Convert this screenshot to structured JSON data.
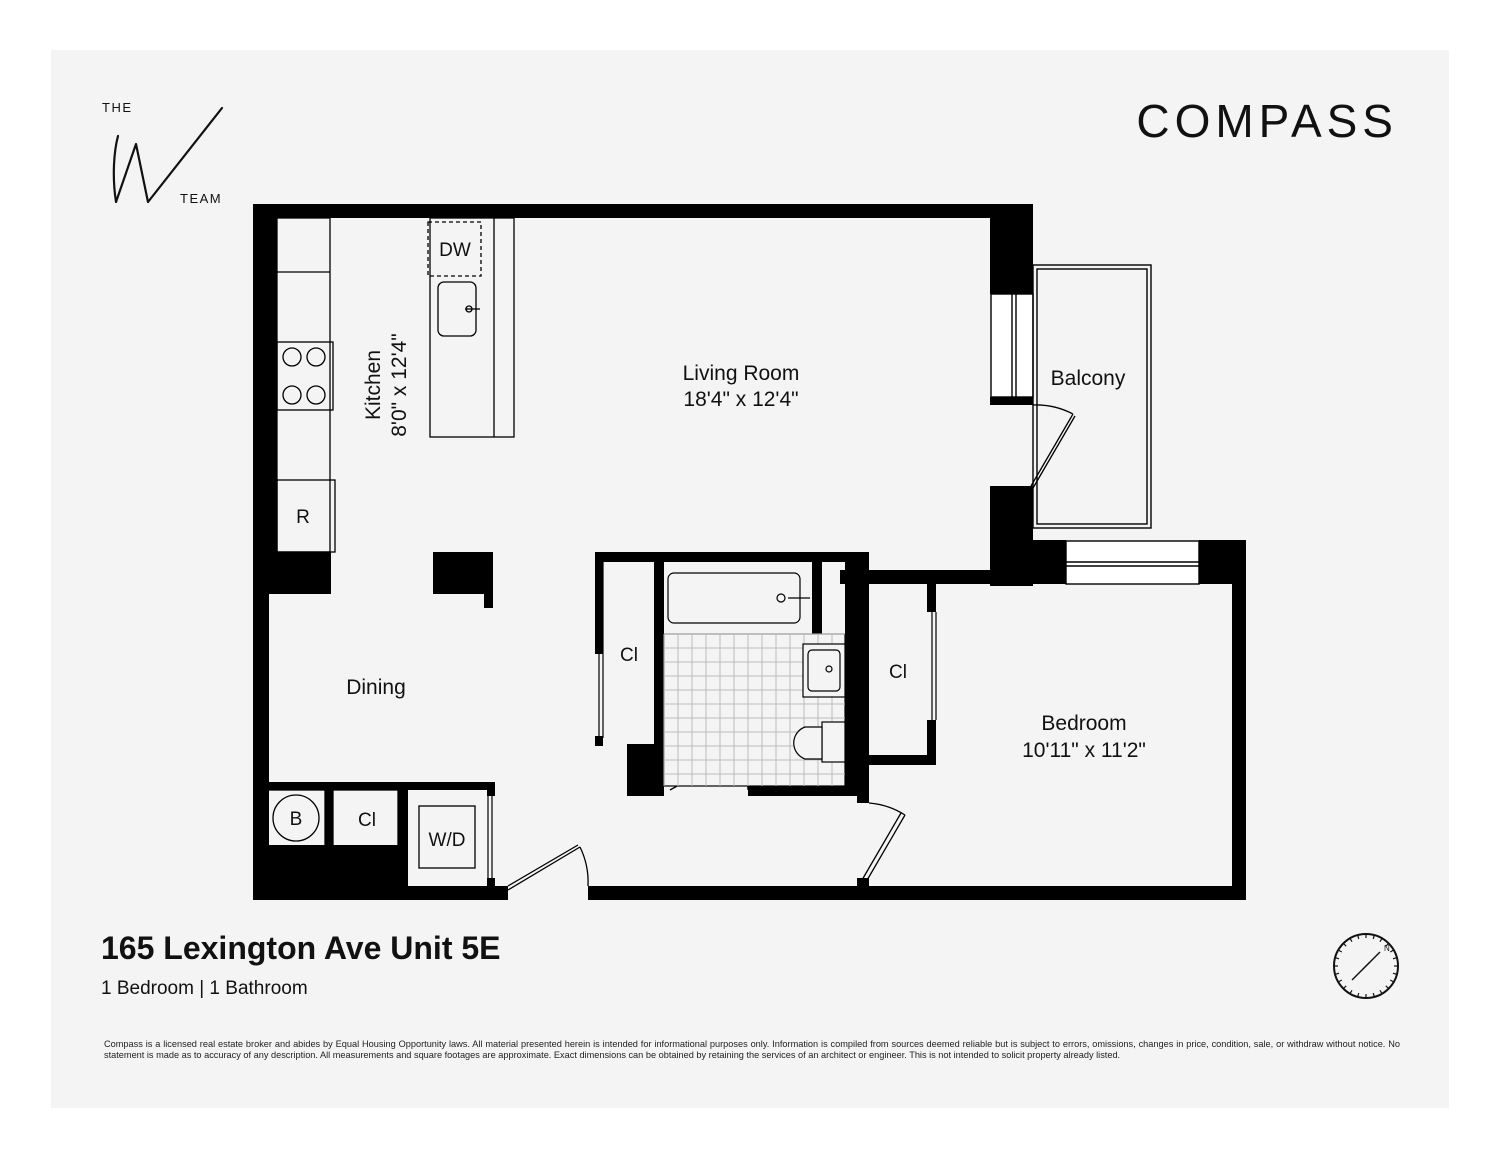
{
  "logo": {
    "top": "THE",
    "letter": "W",
    "bottom": "TEAM"
  },
  "brand": "COMPASS",
  "rooms": {
    "kitchen": {
      "name": "Kitchen",
      "dims": "8'0\" x 12'4\""
    },
    "living": {
      "name": "Living Room",
      "dims": "18'4\" x 12'4\""
    },
    "balcony": {
      "name": "Balcony"
    },
    "dining": {
      "name": "Dining"
    },
    "bedroom": {
      "name": "Bedroom",
      "dims": "10'11\" x 11'2\""
    }
  },
  "fixtures": {
    "dishwasher": "DW",
    "refrigerator": "R",
    "closet_hall": "Cl",
    "closet_bedroom": "Cl",
    "closet_entry": "Cl",
    "boiler": "B",
    "washer_dryer": "W/D"
  },
  "listing": {
    "address": "165 Lexington Ave Unit 5E",
    "summary": "1 Bedroom | 1 Bathroom"
  },
  "compass_label": "N",
  "disclaimer": "Compass is a licensed real estate broker and abides by Equal Housing Opportunity laws. All material presented herein is intended for informational purposes only. Information is compiled from sources deemed reliable but is subject to errors, omissions, changes in price, condition, sale, or withdraw without notice. No statement is made as to accuracy of any description. All measurements and square footages are approximate. Exact dimensions can be obtained by retaining the services of an architect or engineer. This is not intended to solicit property already listed."
}
